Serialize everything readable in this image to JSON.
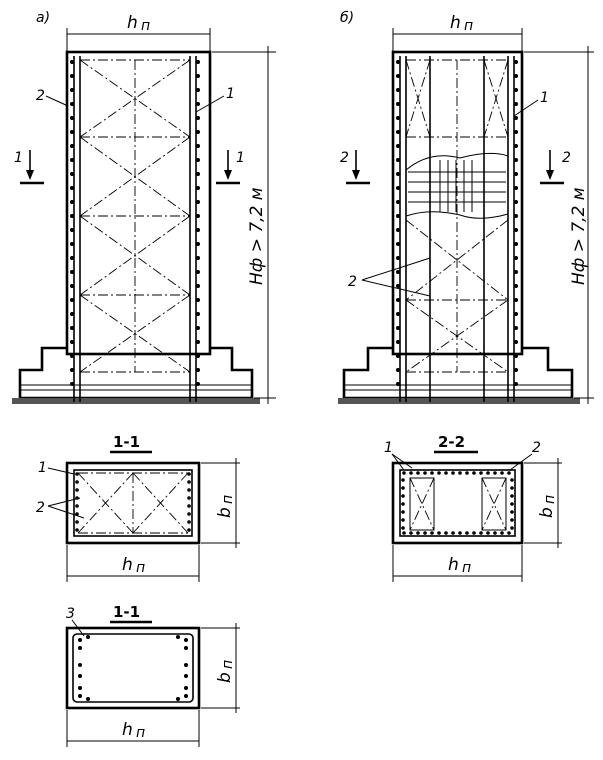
{
  "labels": {
    "view_a": "a)",
    "view_b": "б)",
    "hn": "h",
    "hn_sub": "п",
    "bn": "b",
    "bn_sub": "п",
    "height_text": "Hф > 7,2 м",
    "callout_1": "1",
    "callout_2": "2",
    "callout_3": "3",
    "section_1_1": "1-1",
    "section_2_2": "2-2",
    "cut_1": "1",
    "cut_2": "2"
  }
}
